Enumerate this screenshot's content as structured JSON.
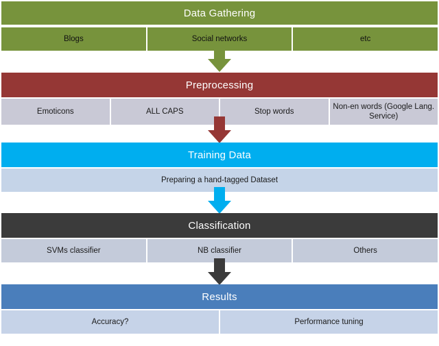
{
  "diagram": {
    "type": "flowchart",
    "orientation": "vertical",
    "colors": {
      "gathering": "#77933C",
      "preprocessing": "#953735",
      "training": "#00AEEF",
      "classification": "#3B3B3B",
      "results": "#4A7EBB",
      "subrow_preprocessing": "#C9C9D6",
      "subrow_training": "#C5D4E8",
      "subrow_classification": "#C4CBDA",
      "subrow_results": "#C6D3E8",
      "header_text": "#FFFFFF",
      "body_text": "#1A1A1A",
      "background": "#FFFFFF"
    },
    "stages": [
      {
        "id": "data-gathering",
        "title": "Data Gathering",
        "items": [
          "Blogs",
          "Social networks",
          "etc"
        ]
      },
      {
        "id": "preprocessing",
        "title": "Preprocessing",
        "items": [
          "Emoticons",
          "ALL CAPS",
          "Stop words",
          "Non-en words (Google Lang. Service)"
        ]
      },
      {
        "id": "training-data",
        "title": "Training Data",
        "items": [
          "Preparing a hand-tagged Dataset"
        ]
      },
      {
        "id": "classification",
        "title": "Classification",
        "items": [
          "SVMs classifier",
          "NB classifier",
          "Others"
        ]
      },
      {
        "id": "results",
        "title": "Results",
        "items": [
          "Accuracy?",
          "Performance tuning"
        ]
      }
    ],
    "connectors": [
      {
        "id": "arrow-gathering-to-preprocessing",
        "name": "down-arrow-icon",
        "color": "#77933C"
      },
      {
        "id": "arrow-preprocessing-to-training",
        "name": "down-arrow-icon",
        "color": "#953735"
      },
      {
        "id": "arrow-training-to-classification",
        "name": "down-arrow-icon",
        "color": "#00AEEF"
      },
      {
        "id": "arrow-classification-to-results",
        "name": "down-arrow-icon",
        "color": "#3B3B3B"
      }
    ],
    "bottom_caption": ""
  }
}
